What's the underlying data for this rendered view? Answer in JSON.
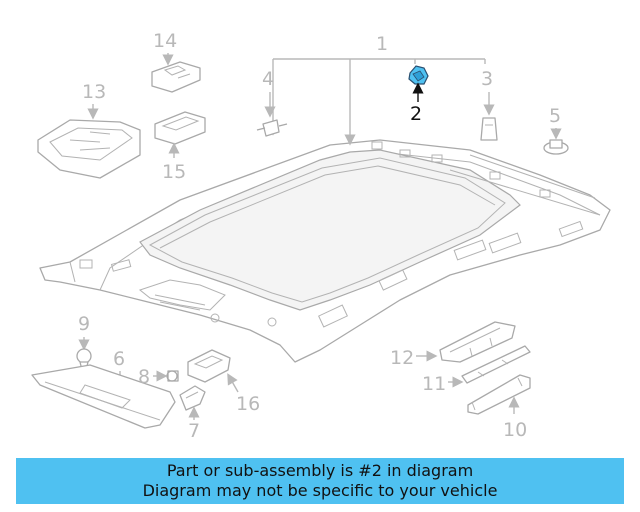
{
  "diagram": {
    "labels": {
      "p1": "1",
      "p2": "2",
      "p3": "3",
      "p4": "4",
      "p5": "5",
      "p6": "6",
      "p7": "7",
      "p8": "8",
      "p9": "9",
      "p10": "10",
      "p11": "11",
      "p12": "12",
      "p13": "13",
      "p14": "14",
      "p15": "15",
      "p16": "16"
    },
    "highlight_color": "#4fc1f1"
  },
  "banner": {
    "line1": "Part or sub-assembly is #2 in diagram",
    "line2": "Diagram may not be specific to your vehicle",
    "background": "#4fc1f1"
  }
}
